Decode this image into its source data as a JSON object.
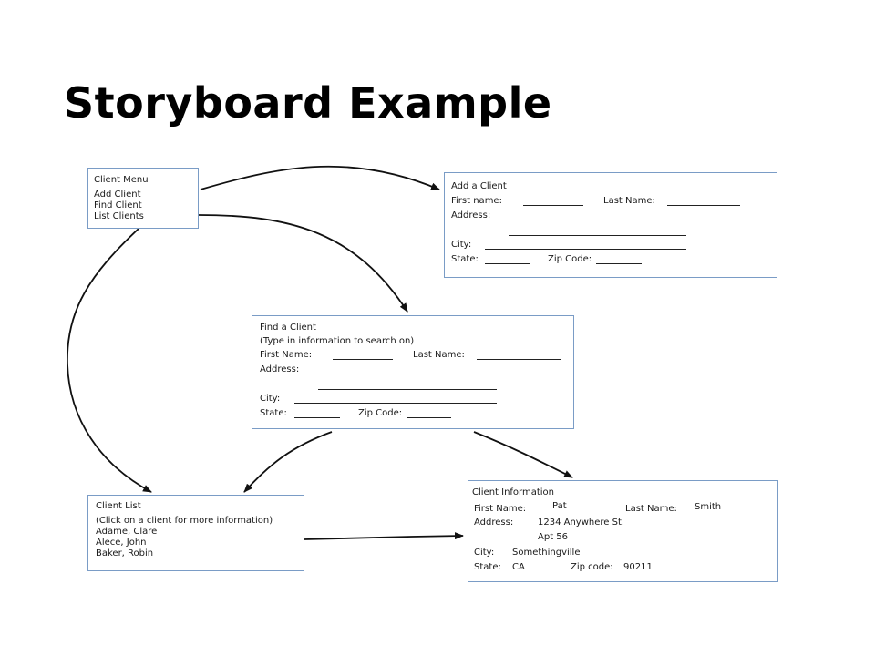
{
  "title": "Storyboard Example",
  "colors": {
    "box_border": "#7a9cc6",
    "arrow": "#111111"
  },
  "client_menu": {
    "heading": "Client Menu",
    "items": [
      "Add Client",
      "Find Client",
      "List Clients"
    ]
  },
  "add_client": {
    "heading": "Add a Client",
    "first_name_label": "First name:",
    "last_name_label": "Last Name:",
    "address_label": "Address:",
    "city_label": "City:",
    "state_label": "State:",
    "zip_label": "Zip Code:"
  },
  "find_client": {
    "heading": "Find a Client",
    "instructions": "(Type in information to search on)",
    "first_name_label": "First Name:",
    "last_name_label": "Last Name:",
    "address_label": "Address:",
    "city_label": "City:",
    "state_label": "State:",
    "zip_label": "Zip Code:"
  },
  "client_list": {
    "heading": "Client List",
    "instructions": "(Click on a client for more information)",
    "clients": [
      "Adame, Clare",
      "Alece, John",
      "Baker, Robin"
    ]
  },
  "client_info": {
    "heading": "Client Information",
    "first_name_label": "First Name:",
    "first_name_value": "Pat",
    "last_name_label": "Last Name:",
    "last_name_value": "Smith",
    "address_label": "Address:",
    "address_line1": "1234 Anywhere St.",
    "address_line2": "Apt 56",
    "city_label": "City:",
    "city_value": "Somethingville",
    "state_label": "State:",
    "state_value": "CA",
    "zip_label": "Zip code:",
    "zip_value": "90211"
  }
}
